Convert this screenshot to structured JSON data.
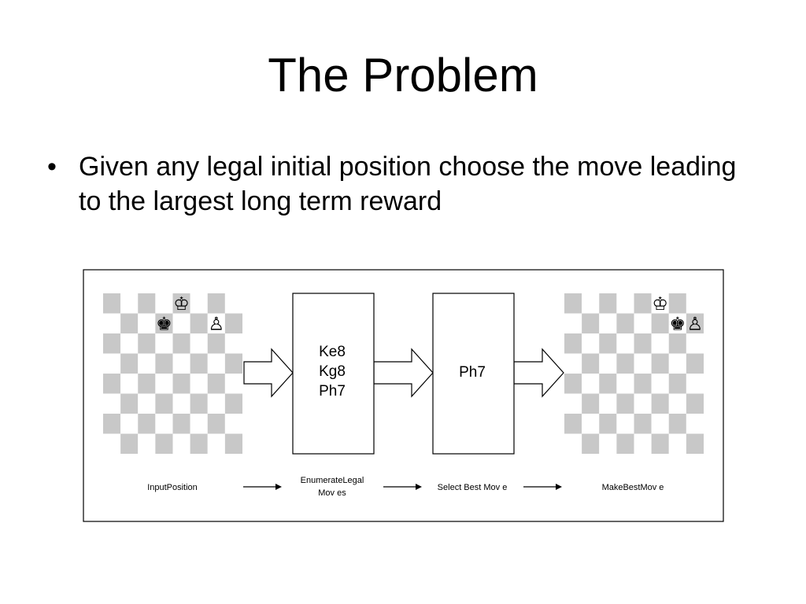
{
  "slide": {
    "title": "The Problem",
    "bullet_symbol": "•",
    "bullets": [
      "Given any legal initial position choose the move leading to the largest long term reward"
    ]
  },
  "diagram": {
    "input_board": {
      "pieces": [
        {
          "square": "e8",
          "piece": "king",
          "color": "white",
          "glyph": "♔"
        },
        {
          "square": "d7",
          "piece": "king",
          "color": "black",
          "glyph": "♚"
        },
        {
          "square": "g7",
          "piece": "pawn",
          "color": "white",
          "glyph": "♙"
        }
      ]
    },
    "legal_moves_box": {
      "lines": [
        "Ke8",
        "Kg8",
        "Ph7"
      ]
    },
    "best_move_box": {
      "lines": [
        "Ph7"
      ]
    },
    "output_board": {
      "pieces": [
        {
          "square": "f8",
          "piece": "king",
          "color": "white",
          "glyph": "♔"
        },
        {
          "square": "g7",
          "piece": "king",
          "color": "black",
          "glyph": "♚"
        },
        {
          "square": "h7",
          "piece": "pawn",
          "color": "white",
          "glyph": "♙"
        }
      ]
    },
    "steps": {
      "input_position": "InputPosition",
      "enumerate_line1": "EnumerateLegal",
      "enumerate_line2": "Mov es",
      "select_best": "Select Best Mov e",
      "make_best": "MakeBestMov e"
    },
    "colors": {
      "board_dark": "#c8c8c8",
      "board_light": "#ffffff",
      "stroke": "#000000"
    }
  }
}
